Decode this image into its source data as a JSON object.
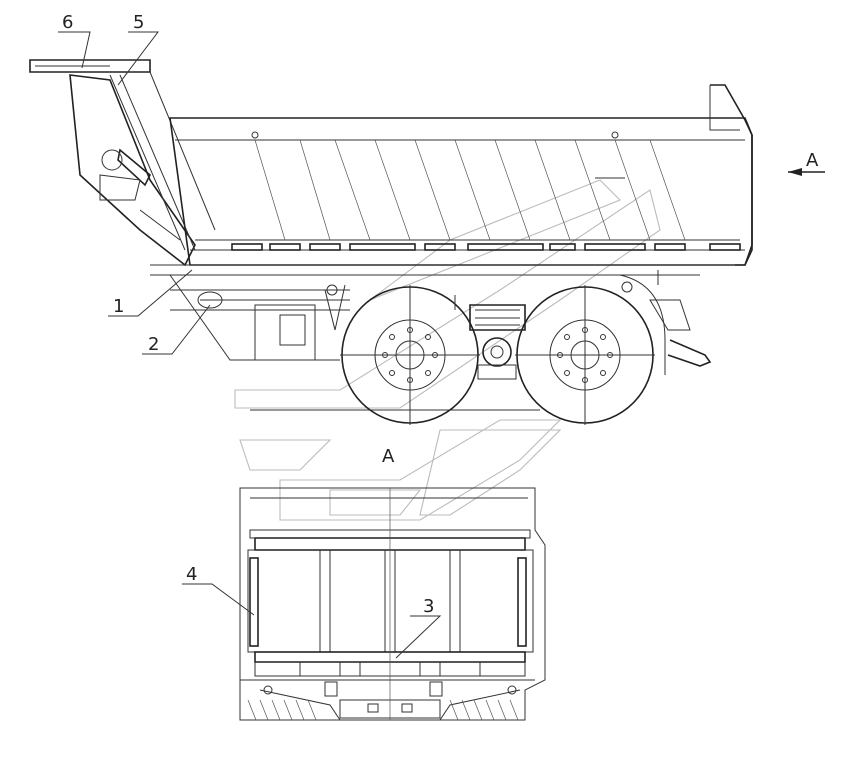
{
  "callouts": {
    "c1": "1",
    "c2": "2",
    "c3": "3",
    "c4": "4",
    "c5": "5",
    "c6": "6"
  },
  "view": {
    "arrow_label": "A",
    "view_label": "A"
  },
  "parts": {
    "rear_wheel_icon": "wheel-icon",
    "front_wheel_icon": "wheel-icon"
  }
}
